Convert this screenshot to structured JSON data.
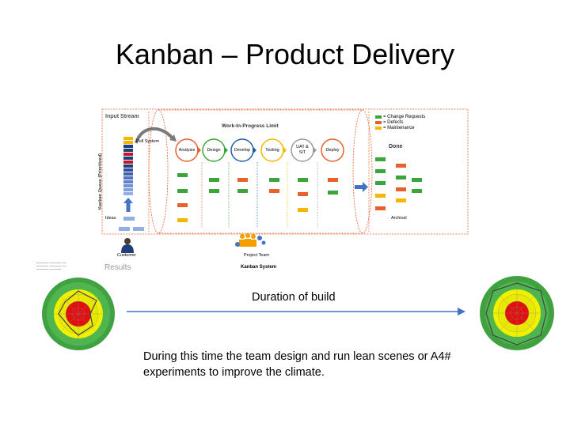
{
  "title": "Kanban – Product Delivery",
  "diagram": {
    "input_stream": "Input Stream",
    "wip_limit": "Work-In-Progress  Limit",
    "pull_system": "Pull System",
    "queue_label": "Kanban Queue (Prioritized)",
    "ideas": "Ideas",
    "stages": [
      "Analysis",
      "Design",
      "Develop",
      "Testing",
      "UAT &\nSIT",
      "Deploy"
    ],
    "done": "Done",
    "archival": "Archival",
    "legend": [
      {
        "label": "= Change Requests",
        "color": "#3aa53a"
      },
      {
        "label": "= Defects",
        "color": "#e8602a"
      },
      {
        "label": "= Maintenance",
        "color": "#f5b800"
      }
    ],
    "customer": "Customer",
    "project_team": "Project Team",
    "kanban_system": "Kanban System",
    "colors": {
      "change_request": "#3aa53a",
      "defect": "#e8602a",
      "maintenance": "#f5b800",
      "stage_analysis": "#e8602a",
      "stage_design": "#3aa53a",
      "stage_develop": "#1f5fa8",
      "stage_testing": "#f5b800",
      "stage_uat": "#9a9a9a",
      "stage_deploy": "#e8602a",
      "arrow": "#4472c4"
    }
  },
  "results_label": "Results",
  "duration_label": "Duration of build",
  "body_text": "During this time the team design and run lean scenes or A4# experiments to improve the climate."
}
